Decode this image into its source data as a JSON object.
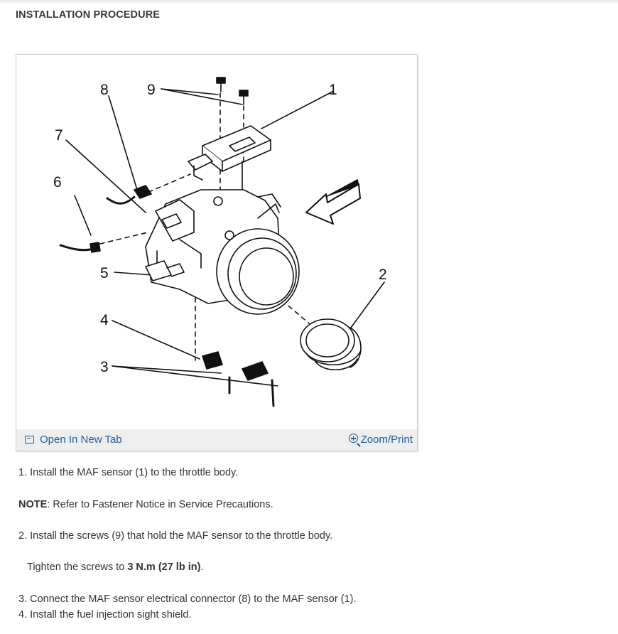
{
  "heading": "INSTALLATION PROCEDURE",
  "figure": {
    "callouts": [
      "1",
      "2",
      "3",
      "4",
      "5",
      "6",
      "7",
      "8",
      "9"
    ],
    "open_tab_label": "Open In New Tab",
    "zoom_print_label": "Zoom/Print",
    "open_icon": "open-new-tab-icon",
    "zoom_icon": "zoom-in-icon"
  },
  "steps": {
    "s1": "1. Install the MAF sensor (1) to the throttle body.",
    "note_label": "NOTE",
    "note_text": ": Refer to Fastener Notice in Service Precautions.",
    "s2": "2. Install the screws (9) that hold the MAF sensor to the throttle body.",
    "tighten_prefix": "Tighten the screws to ",
    "tighten_value": "3 N.m (27 lb in)",
    "tighten_suffix": ".",
    "s3": "3. Connect the MAF sensor electrical connector (8) to the MAF sensor (1).",
    "s4": "4. Install the fuel injection sight shield."
  },
  "colors": {
    "link": "#1a5f9a",
    "text": "#333333",
    "figure_bar": "#eeeeee"
  }
}
